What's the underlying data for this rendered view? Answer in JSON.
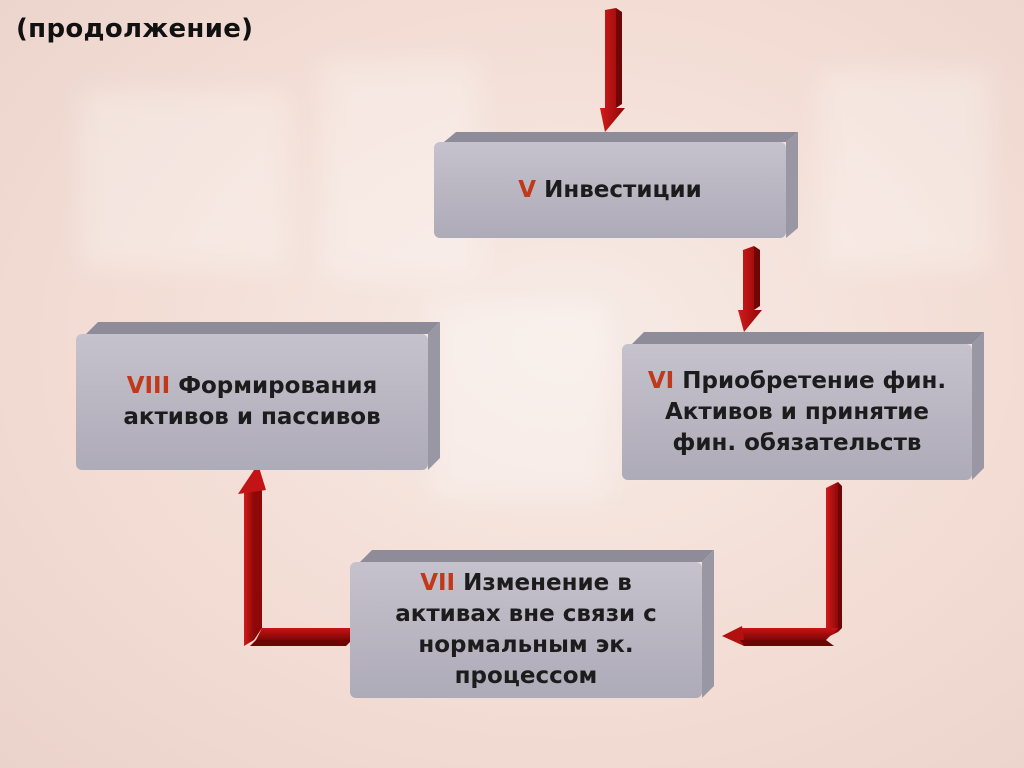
{
  "title": "(продолжение)",
  "colors": {
    "box_face": "#b9b6c2",
    "box_top": "#8f8c99",
    "box_side": "#9a97a5",
    "arrow_red": "#b31010",
    "arrow_dark": "#6e0505",
    "numeral": "#c0391a"
  },
  "steps": [
    {
      "id": "v",
      "numeral": "V",
      "label": "Инвестиции"
    },
    {
      "id": "vi",
      "numeral": "VI",
      "label": "Приобретение фин. Активов и принятие фин. обязательств"
    },
    {
      "id": "vii",
      "numeral": "VII",
      "label": "Изменение в активах вне связи с нормальным эк. процессом"
    },
    {
      "id": "viii",
      "numeral": "VIII",
      "label": "Формирования активов и пассивов"
    }
  ]
}
